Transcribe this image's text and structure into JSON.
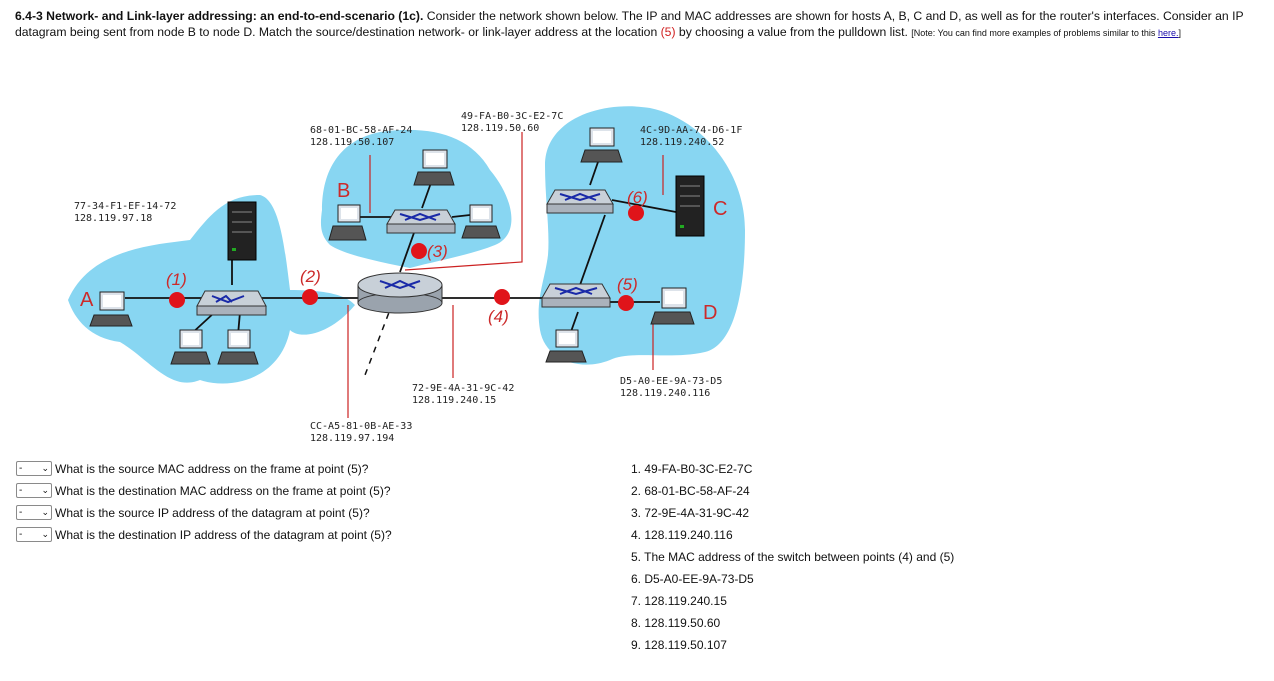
{
  "header": {
    "title": "6.4-3 Network- and Link-layer addressing: an end-to-end-scenario (1c).",
    "text1": "Consider the network shown below. The IP and MAC addresses are shown for hosts A, B, C and D, as well as for the router's interfaces. Consider an IP datagram being sent from node B to node D. Match the source/destination network- or link-layer address at the location",
    "point": "(5)",
    "text2": "by choosing a value from the pulldown list.",
    "note_prefix": "[Note: You can find more examples of problems similar to this",
    "note_link": "here.",
    "note_suffix": "]"
  },
  "diagram": {
    "hosts": {
      "A": "A",
      "B": "B",
      "C": "C",
      "D": "D"
    },
    "points": [
      "(1)",
      "(2)",
      "(3)",
      "(4)",
      "(5)",
      "(6)"
    ],
    "addr_A": {
      "mac": "77-34-F1-EF-14-72",
      "ip": "128.119.97.18"
    },
    "addr_B": {
      "mac": "68-01-BC-58-AF-24",
      "ip": "128.119.50.107"
    },
    "addr_r50": {
      "mac": "49-FA-B0-3C-E2-7C",
      "ip": "128.119.50.60"
    },
    "addr_C": {
      "mac": "4C-9D-AA-74-D6-1F",
      "ip": "128.119.240.52"
    },
    "addr_r240": {
      "mac": "72-9E-4A-31-9C-42",
      "ip": "128.119.240.15"
    },
    "addr_D": {
      "mac": "D5-A0-EE-9A-73-D5",
      "ip": "128.119.240.116"
    },
    "addr_r97": {
      "mac": "CC-A5-81-0B-AE-33",
      "ip": "128.119.97.194"
    },
    "colors": {
      "subnet": "#88d6f2",
      "point": "#e0141a",
      "label": "#cc2a2a",
      "line": "#cc2222"
    }
  },
  "questions": [
    {
      "select_value": "-",
      "text": "What is the source MAC address on the frame at point (5)?"
    },
    {
      "select_value": "-",
      "text": "What is the destination MAC address on the frame at point (5)?"
    },
    {
      "select_value": "-",
      "text": "What is the source IP address of the datagram at point (5)?"
    },
    {
      "select_value": "-",
      "text": "What is the destination IP address of the datagram at point (5)?"
    }
  ],
  "answers": [
    "1. 49-FA-B0-3C-E2-7C",
    "2. 68-01-BC-58-AF-24",
    "3. 72-9E-4A-31-9C-42",
    "4. 128.119.240.116",
    "5. The MAC address of the switch between points (4) and (5)",
    "6. D5-A0-EE-9A-73-D5",
    "7. 128.119.240.15",
    "8. 128.119.50.60",
    "9. 128.119.50.107"
  ],
  "icons": [
    "host-computer-icon",
    "server-icon",
    "switch-icon",
    "router-icon",
    "select-chevron-icon"
  ]
}
